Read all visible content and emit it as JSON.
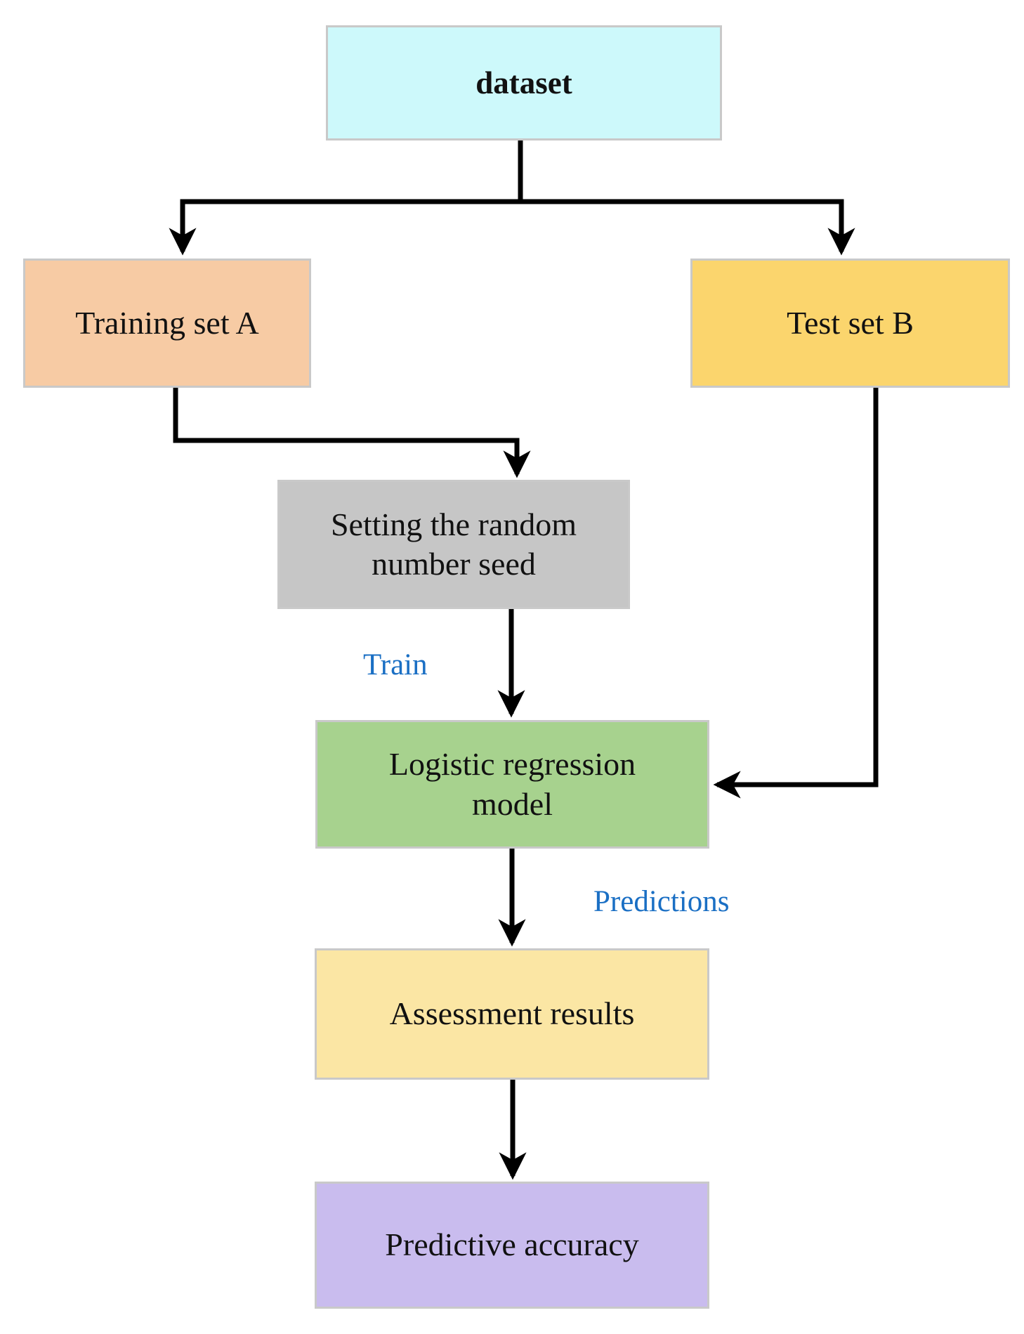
{
  "diagram": {
    "nodes": [
      {
        "id": "dataset",
        "label": "dataset",
        "fill": "#cdf9fb"
      },
      {
        "id": "training-set-a",
        "label": "Training set A",
        "fill": "#f7cba4"
      },
      {
        "id": "test-set-b",
        "label": "Test set B",
        "fill": "#fbd56d"
      },
      {
        "id": "random-number-seed",
        "label": "Setting the random number seed",
        "fill": "#c6c6c6"
      },
      {
        "id": "logistic-model",
        "label": "Logistic regression model",
        "fill": "#a7d28e"
      },
      {
        "id": "assessment-results",
        "label": "Assessment results",
        "fill": "#fbe6a4"
      },
      {
        "id": "predictive-accuracy",
        "label": "Predictive accuracy",
        "fill": "#c9bcee"
      }
    ],
    "edge_labels": [
      {
        "id": "train",
        "text": "Train",
        "color": "#1a6fc4"
      },
      {
        "id": "predictions",
        "text": "Predictions",
        "color": "#1a6fc4"
      }
    ],
    "connector_color": "#000000"
  }
}
